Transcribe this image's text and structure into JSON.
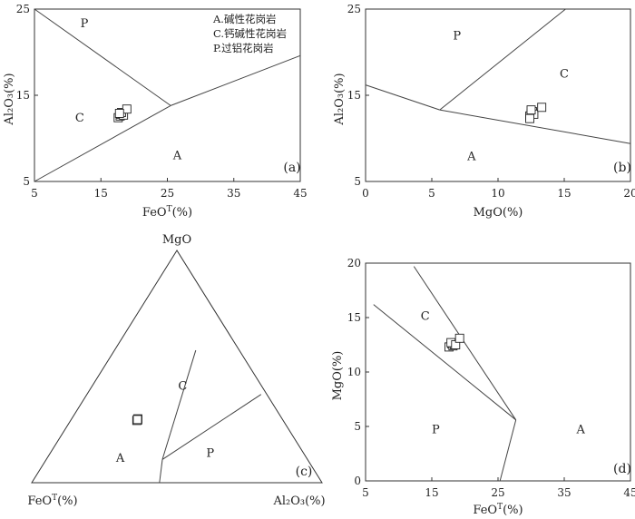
{
  "chart_data": [
    {
      "panel": "(a)",
      "type": "scatter",
      "xlabel_parts": [
        "FeO",
        "T",
        "(%)"
      ],
      "ylabel": "Al₂O₃(%)",
      "xlim": [
        5,
        45
      ],
      "ylim": [
        5,
        25
      ],
      "x_ticks": [
        "5",
        "15",
        "25",
        "35",
        "45"
      ],
      "y_ticks": [
        "5",
        "15",
        "25"
      ],
      "legend": [
        "A.碱性花岗岩",
        "C.钙碱性花岗岩",
        "P.过铝花岗岩"
      ],
      "field_labels": [
        {
          "label": "P",
          "x": 12.5,
          "y": 23.4
        },
        {
          "label": "C",
          "x": 11.8,
          "y": 12.5
        },
        {
          "label": "A",
          "x": 26.5,
          "y": 8.1
        }
      ],
      "boundaries": [
        [
          [
            5,
            25
          ],
          [
            25.5,
            13.8
          ]
        ],
        [
          [
            5,
            5
          ],
          [
            25.5,
            13.8
          ]
        ],
        [
          [
            25.5,
            13.8
          ],
          [
            45,
            19.6
          ]
        ]
      ],
      "points": [
        {
          "x": 17.6,
          "y": 12.4
        },
        {
          "x": 17.9,
          "y": 12.6
        },
        {
          "x": 18.0,
          "y": 12.8
        },
        {
          "x": 18.2,
          "y": 12.9
        },
        {
          "x": 18.4,
          "y": 12.7
        },
        {
          "x": 18.1,
          "y": 13.0
        },
        {
          "x": 18.9,
          "y": 13.4
        },
        {
          "x": 17.8,
          "y": 12.9
        }
      ]
    },
    {
      "panel": "(b)",
      "type": "scatter",
      "xlabel": "MgO(%)",
      "ylabel": "Al₂O₃(%)",
      "xlim": [
        0,
        20
      ],
      "ylim": [
        5,
        25
      ],
      "x_ticks": [
        "0",
        "5",
        "10",
        "15",
        "20"
      ],
      "y_ticks": [
        "5",
        "15",
        "25"
      ],
      "field_labels": [
        {
          "label": "P",
          "x": 6.9,
          "y": 22.0
        },
        {
          "label": "C",
          "x": 15.0,
          "y": 17.6
        },
        {
          "label": "A",
          "x": 8.0,
          "y": 8.0
        }
      ],
      "boundaries": [
        [
          [
            0,
            16.2
          ],
          [
            5.6,
            13.3
          ]
        ],
        [
          [
            5.6,
            13.3
          ],
          [
            20,
            9.4
          ]
        ],
        [
          [
            5.6,
            13.3
          ],
          [
            15.1,
            25.0
          ]
        ]
      ],
      "points": [
        {
          "x": 12.4,
          "y": 12.6
        },
        {
          "x": 12.5,
          "y": 12.9
        },
        {
          "x": 12.6,
          "y": 13.1
        },
        {
          "x": 12.7,
          "y": 12.8
        },
        {
          "x": 12.5,
          "y": 13.3
        },
        {
          "x": 13.3,
          "y": 13.6
        },
        {
          "x": 12.4,
          "y": 12.3
        }
      ]
    },
    {
      "panel": "(c)",
      "type": "ternary",
      "apex_labels": {
        "top": "MgO",
        "left_parts": [
          "FeO",
          "T",
          "(%)"
        ],
        "right": "Al₂O₃(%)"
      },
      "field_labels": [
        {
          "label": "C",
          "a": 0.42,
          "b": 0.27,
          "c": 0.31
        },
        {
          "label": "A",
          "a": 0.11,
          "b": 0.64,
          "c": 0.25
        },
        {
          "label": "P",
          "a": 0.13,
          "b": 0.32,
          "c": 0.55
        }
      ],
      "boundaries": [
        [
          [
            0.0,
            0.56,
            0.44
          ],
          [
            0.1,
            0.5,
            0.4
          ]
        ],
        [
          [
            0.1,
            0.5,
            0.4
          ],
          [
            0.57,
            0.15,
            0.28
          ]
        ],
        [
          [
            0.1,
            0.5,
            0.4
          ],
          [
            0.38,
            0.02,
            0.6
          ]
        ]
      ],
      "points": [
        {
          "a": 0.27,
          "b": 0.5,
          "c": 0.23
        },
        {
          "a": 0.275,
          "b": 0.497,
          "c": 0.228
        },
        {
          "a": 0.268,
          "b": 0.504,
          "c": 0.228
        },
        {
          "a": 0.272,
          "b": 0.5,
          "c": 0.228
        }
      ]
    },
    {
      "panel": "(d)",
      "type": "scatter",
      "xlabel_parts": [
        "FeO",
        "T",
        "(%)"
      ],
      "ylabel": "MgO(%)",
      "xlim": [
        5,
        45
      ],
      "ylim": [
        0,
        20
      ],
      "x_ticks": [
        "5",
        "15",
        "25",
        "35",
        "45"
      ],
      "y_ticks": [
        "0",
        "5",
        "10",
        "15",
        "20"
      ],
      "field_labels": [
        {
          "label": "C",
          "x": 14.0,
          "y": 15.2
        },
        {
          "label": "P",
          "x": 15.6,
          "y": 4.8
        },
        {
          "label": "A",
          "x": 37.5,
          "y": 4.8
        }
      ],
      "boundaries": [
        [
          [
            6.2,
            16.2
          ],
          [
            27.7,
            5.6
          ]
        ],
        [
          [
            12.3,
            19.7
          ],
          [
            27.7,
            5.6
          ]
        ],
        [
          [
            27.7,
            5.6
          ],
          [
            25.3,
            0
          ]
        ]
      ],
      "points": [
        {
          "x": 17.6,
          "y": 12.3
        },
        {
          "x": 18.0,
          "y": 12.6
        },
        {
          "x": 18.2,
          "y": 12.4
        },
        {
          "x": 18.4,
          "y": 12.5
        },
        {
          "x": 17.9,
          "y": 12.7
        },
        {
          "x": 18.6,
          "y": 12.5
        },
        {
          "x": 19.2,
          "y": 13.1
        }
      ]
    }
  ]
}
